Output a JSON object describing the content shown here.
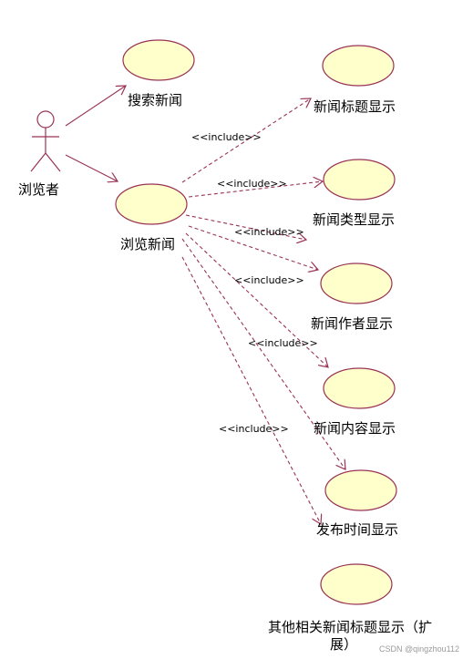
{
  "colors": {
    "ellipse_fill": "#ffffcc",
    "stroke": "#993355",
    "text": "#000000",
    "watermark": "#9a9a9a"
  },
  "actor": {
    "name": "浏览者",
    "icon": "stick-figure-actor-icon"
  },
  "use_cases": {
    "search": "搜索新闻",
    "browse": "浏览新闻",
    "title": "新闻标题显示",
    "type": "新闻类型显示",
    "author": "新闻作者显示",
    "content": "新闻内容显示",
    "time": "发布时间显示",
    "other_line1": "其他相关新闻标题显示（扩",
    "other_line2": "展）"
  },
  "relations": {
    "include_label": "<<include>>"
  },
  "watermark": "CSDN @qingzhou112"
}
